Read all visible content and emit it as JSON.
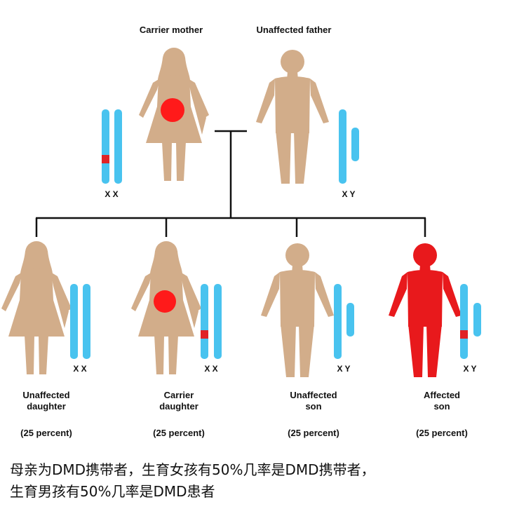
{
  "colors": {
    "skin": "#d2ad8a",
    "affected": "#e8191c",
    "chromosome": "#49c3ef",
    "mutation": "#e02326",
    "line": "#111111"
  },
  "parents": {
    "mother_label": "Carrier mother",
    "father_label": "Unaffected father",
    "mother_chromosomes": "X X",
    "father_chromosomes": "X Y"
  },
  "children": [
    {
      "label_line1": "Unaffected",
      "label_line2": "daughter",
      "percent": "(25 percent)",
      "chromosomes": "X X"
    },
    {
      "label_line1": "Carrier",
      "label_line2": "daughter",
      "percent": "(25 percent)",
      "chromosomes": "X X"
    },
    {
      "label_line1": "Unaffected",
      "label_line2": "son",
      "percent": "(25 percent)",
      "chromosomes": "X Y"
    },
    {
      "label_line1": "Affected",
      "label_line2": "son",
      "percent": "(25 percent)",
      "chromosomes": "X Y"
    }
  ],
  "caption": {
    "line1": "母亲为DMD携带者，生育女孩有50%几率是DMD携带者，",
    "line2": "生育男孩有50%几率是DMD患者"
  }
}
